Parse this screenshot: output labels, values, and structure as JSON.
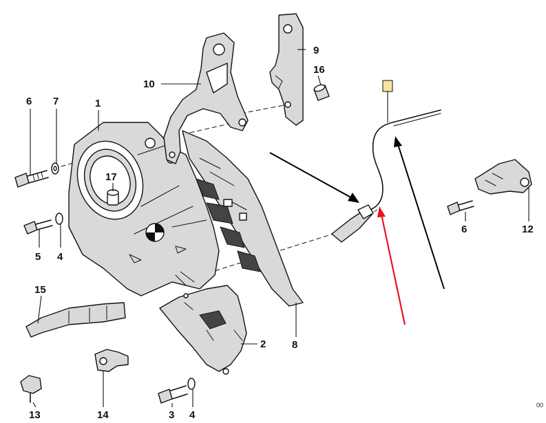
{
  "labels": {
    "p1": "1",
    "p2": "2",
    "p3": "3",
    "p4a": "4",
    "p4b": "4",
    "p5": "5",
    "p6a": "6",
    "p6b": "6",
    "p7": "7",
    "p8": "8",
    "p9": "9",
    "p10": "10",
    "p12": "12",
    "p13": "13",
    "p14": "14",
    "p15": "15",
    "p16": "16",
    "p17": "17"
  },
  "corner_code": "00",
  "colors": {
    "ink": "#111111",
    "annotation_arrow_red": "#e8141c",
    "annotation_arrow_black": "#000000",
    "highlight_box": "#f3e5a0"
  }
}
